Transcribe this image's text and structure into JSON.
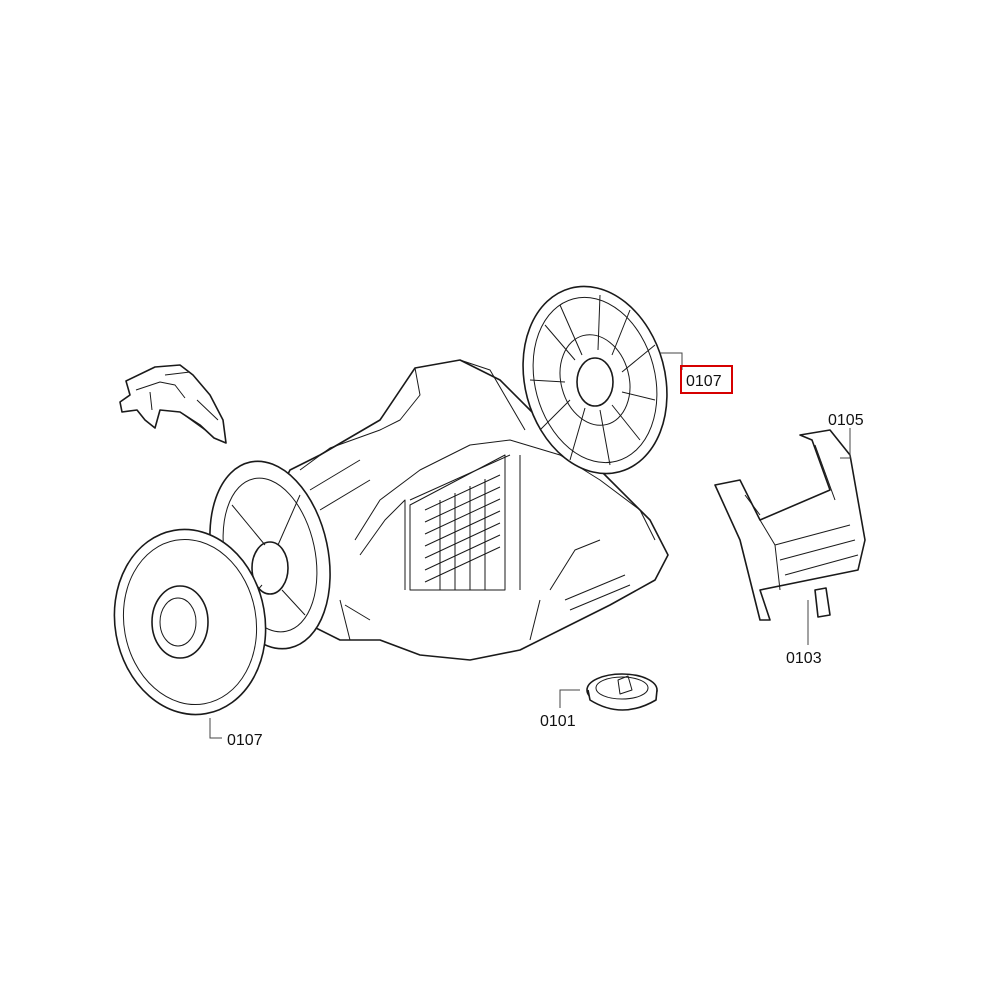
{
  "labels": {
    "wheel_right": "0107",
    "wheel_left": "0107",
    "cover": "0105",
    "pad": "0103",
    "cap": "0101"
  },
  "highlight_color": "#d60000"
}
